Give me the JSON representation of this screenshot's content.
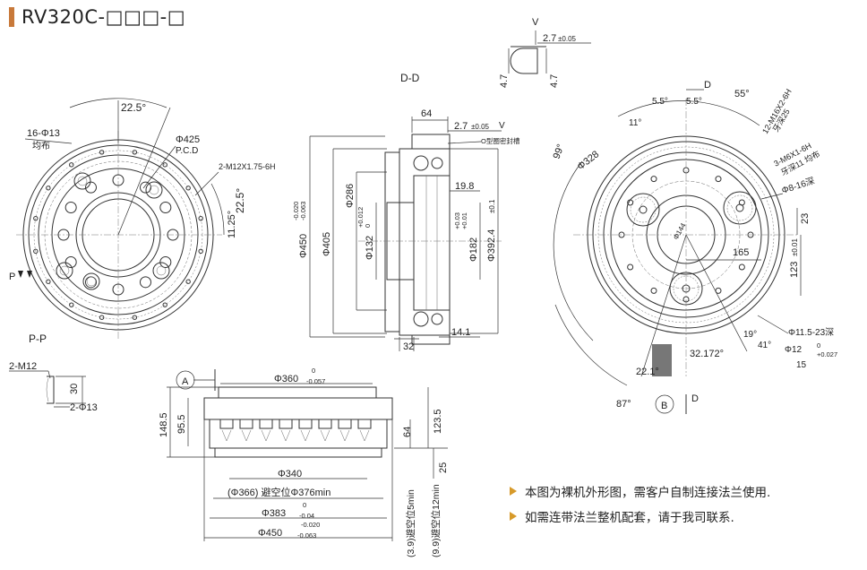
{
  "title": "RV320C-□□□-□",
  "accent_color": "#c8793a",
  "bullet_color": "#d79a2a",
  "view_pp": {
    "view_label": "P-P",
    "angle_22_5": "22.5°",
    "bolt_holes": "16-Φ13",
    "bolt_holes_sub": "均布",
    "pcd": "Φ425",
    "pcd_sub": "P.C.D",
    "thread": "2-M12X1.75-6H",
    "angle_22_5_b": "22.5°",
    "dim_11_25": "11.25°",
    "section_p": "P"
  },
  "detail_m12": {
    "thread": "2-M12",
    "depth": "30",
    "hole": "2-Φ13"
  },
  "view_dd": {
    "view_label": "D-D",
    "dim_64": "64",
    "dim_2_7": "2.7",
    "dim_2_7_tol": "±0.05",
    "v_label": "V",
    "seal_label": "O型圈密封槽",
    "dim_19_8": "19.8",
    "dim_286": "Φ286",
    "dim_132": "Φ132",
    "dim_132_tol_up": "+0.012",
    "dim_132_tol_dn": "0",
    "dim_182": "Φ182",
    "dim_182_tol_up": "+0.03",
    "dim_182_tol_dn": "+0.01",
    "dim_392": "Φ392.4",
    "dim_392_tol": "±0.1",
    "dim_405": "Φ405",
    "dim_450": "Φ450",
    "dim_450_tol_up": "-0.020",
    "dim_450_tol_dn": "-0.063",
    "dim_32": "32",
    "dim_14_1": "14.1"
  },
  "detail_v": {
    "v_label": "V",
    "dim_2_7": "2.7",
    "dim_2_7_tol": "±0.05",
    "dim_4_7_a": "4.7",
    "dim_4_7_b": "4.7"
  },
  "view_front": {
    "d_label_top": "D",
    "d_label_bottom": "D",
    "b_label": "B",
    "ang_55": "55°",
    "ang_5_5a": "5.5°",
    "ang_5_5b": "5.5°",
    "ang_11": "11°",
    "ang_99": "99°",
    "ang_87": "87°",
    "ang_19": "19°",
    "ang_41": "41°",
    "ang_22_1": "22.1°",
    "ang_32_172": "32.172°",
    "dim_328": "Φ328",
    "dim_144": "Φ144",
    "thread_16": "12-M16X2-6H",
    "thread_16_sub": "牙深25",
    "thread_6": "3-M6X1-6H",
    "thread_6_sub": "牙深11 均布",
    "pin_holes": "Φ8-16深",
    "dim_23": "23",
    "dim_165": "165",
    "dim_123": "123",
    "dim_123_tol": "±0.01",
    "hole_11_5": "Φ11.5-23深",
    "hole_12": "Φ12",
    "hole_12_tol_up": "0",
    "hole_12_tol_dn": "+0.027",
    "hole_15": "15"
  },
  "view_a": {
    "a_label": "A",
    "dim_360": "Φ360",
    "dim_360_tol_up": "0",
    "dim_360_tol_dn": "-0.057",
    "dim_148_5": "148.5",
    "dim_95_5": "95.5",
    "dim_64": "64",
    "dim_123_5": "123.5",
    "dim_25": "25",
    "dim_340": "Φ340",
    "dim_366": "(Φ366) 避空位Φ376min",
    "dim_383": "Φ383",
    "dim_383_tol_up": "0",
    "dim_383_tol_dn": "-0.04",
    "dim_450": "Φ450",
    "dim_450_tol_up": "-0.020",
    "dim_450_tol_dn": "-0.063",
    "clear_5": "(3.9)避空位5min",
    "clear_12": "(9.9)避空位12min"
  },
  "notes": [
    "本图为裸机外形图，需客户自制连接法兰使用.",
    "如需连带法兰整机配套，请于我司联系."
  ]
}
